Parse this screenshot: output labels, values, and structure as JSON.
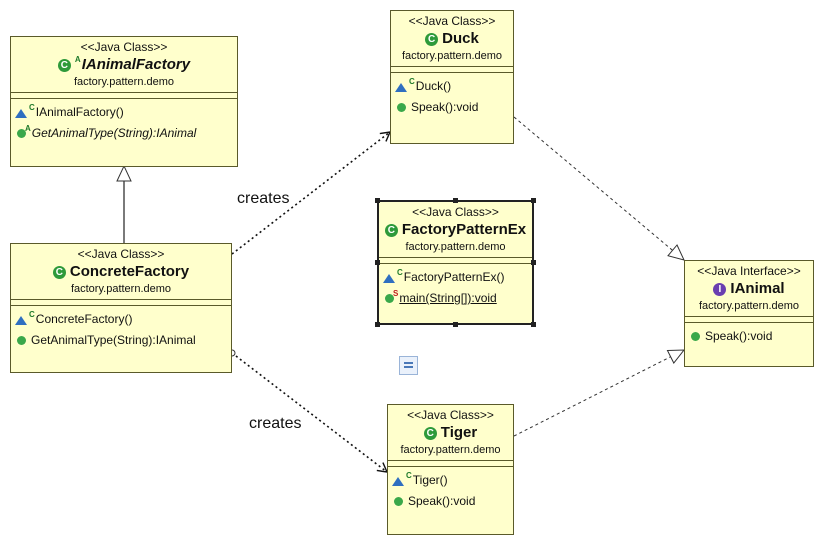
{
  "classes": {
    "ianimalfactory": {
      "stereotype": "<<Java Class>>",
      "name": "IAnimalFactory",
      "package": "factory.pattern.demo",
      "ops": [
        "IAnimalFactory()",
        "GetAnimalType(String):IAnimal"
      ]
    },
    "duck": {
      "stereotype": "<<Java Class>>",
      "name": "Duck",
      "package": "factory.pattern.demo",
      "ops": [
        "Duck()",
        "Speak():void"
      ]
    },
    "factorypatternex": {
      "stereotype": "<<Java Class>>",
      "name": "FactoryPatternEx",
      "package": "factory.pattern.demo",
      "ops": [
        "FactoryPatternEx()",
        "main(String[]):void"
      ]
    },
    "concretefactory": {
      "stereotype": "<<Java Class>>",
      "name": "ConcreteFactory",
      "package": "factory.pattern.demo",
      "ops": [
        "ConcreteFactory()",
        "GetAnimalType(String):IAnimal"
      ]
    },
    "ianimal": {
      "stereotype": "<<Java Interface>>",
      "name": "IAnimal",
      "package": "factory.pattern.demo",
      "ops": [
        "Speak():void"
      ]
    },
    "tiger": {
      "stereotype": "<<Java Class>>",
      "name": "Tiger",
      "package": "factory.pattern.demo",
      "ops": [
        "Tiger()",
        "Speak():void"
      ]
    }
  },
  "relations": {
    "creates_duck": "creates",
    "creates_tiger": "creates"
  },
  "icons": {
    "class": "class-icon",
    "interface": "interface-icon",
    "constructor": "constructor-icon",
    "public_method": "public-method-icon",
    "abstract_marker": "A",
    "static_marker": "S",
    "constructor_marker": "C",
    "class_letter": "C",
    "interface_letter": "I"
  },
  "colors": {
    "class_fill": "#ffffcc",
    "class_border": "#5a5a2a",
    "class_icon": "#2e9a3a",
    "interface_icon": "#6a3fb0",
    "constructor_icon": "#2f6fc0"
  }
}
